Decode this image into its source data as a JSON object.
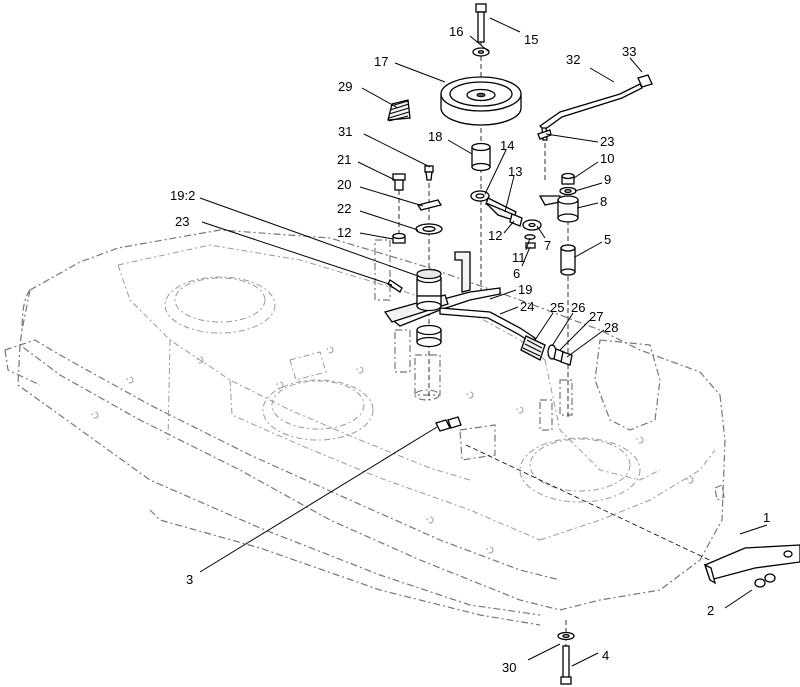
{
  "diagram": {
    "callouts": [
      {
        "id": "c1",
        "text": "1"
      },
      {
        "id": "c2",
        "text": "2"
      },
      {
        "id": "c3",
        "text": "3"
      },
      {
        "id": "c4",
        "text": "4"
      },
      {
        "id": "c5",
        "text": "5"
      },
      {
        "id": "c6",
        "text": "6"
      },
      {
        "id": "c7",
        "text": "7"
      },
      {
        "id": "c8",
        "text": "8"
      },
      {
        "id": "c9",
        "text": "9"
      },
      {
        "id": "c10",
        "text": "10"
      },
      {
        "id": "c11",
        "text": "11"
      },
      {
        "id": "c12a",
        "text": "12"
      },
      {
        "id": "c12b",
        "text": "12"
      },
      {
        "id": "c13",
        "text": "13"
      },
      {
        "id": "c14",
        "text": "14"
      },
      {
        "id": "c15",
        "text": "15"
      },
      {
        "id": "c16",
        "text": "16"
      },
      {
        "id": "c17",
        "text": "17"
      },
      {
        "id": "c18",
        "text": "18"
      },
      {
        "id": "c19",
        "text": "19"
      },
      {
        "id": "c19_2",
        "text": "19:2"
      },
      {
        "id": "c20",
        "text": "20"
      },
      {
        "id": "c21",
        "text": "21"
      },
      {
        "id": "c22",
        "text": "22"
      },
      {
        "id": "c23a",
        "text": "23"
      },
      {
        "id": "c23b",
        "text": "23"
      },
      {
        "id": "c24",
        "text": "24"
      },
      {
        "id": "c25",
        "text": "25"
      },
      {
        "id": "c26",
        "text": "26"
      },
      {
        "id": "c27",
        "text": "27"
      },
      {
        "id": "c28",
        "text": "28"
      },
      {
        "id": "c29",
        "text": "29"
      },
      {
        "id": "c30",
        "text": "30"
      },
      {
        "id": "c31",
        "text": "31"
      },
      {
        "id": "c32",
        "text": "32"
      },
      {
        "id": "c33",
        "text": "33"
      }
    ]
  }
}
